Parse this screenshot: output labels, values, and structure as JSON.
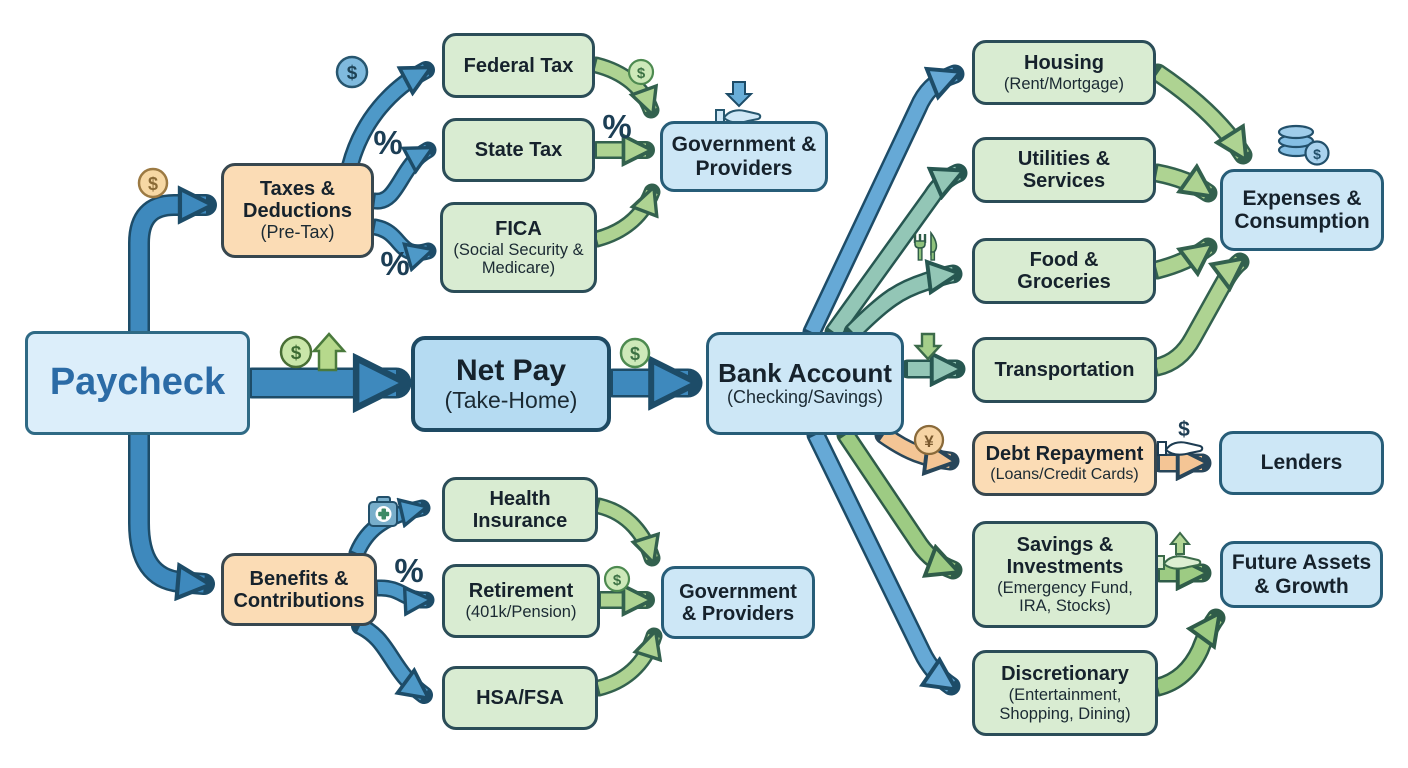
{
  "diagram": {
    "nodes": {
      "paycheck": {
        "title": "Paycheck"
      },
      "taxes": {
        "title": "Taxes & Deductions",
        "sub": "(Pre-Tax)"
      },
      "federal_tax": {
        "title": "Federal Tax"
      },
      "state_tax": {
        "title": "State Tax"
      },
      "fica": {
        "title": "FICA",
        "sub": "(Social Security & Medicare)"
      },
      "gov_top": {
        "title": "Government & Providers"
      },
      "net_pay": {
        "title": "Net Pay",
        "sub": "(Take-Home)"
      },
      "bank": {
        "title": "Bank Account",
        "sub": "(Checking/Savings)"
      },
      "benefits": {
        "title": "Benefits & Contributions"
      },
      "health": {
        "title": "Health Insurance"
      },
      "retirement": {
        "title": "Retirement",
        "sub": "(401k/Pension)"
      },
      "hsa": {
        "title": "HSA/FSA"
      },
      "gov_bottom": {
        "title": "Government & Providers"
      },
      "housing": {
        "title": "Housing",
        "sub": "(Rent/Mortgage)"
      },
      "utilities": {
        "title": "Utilities & Services"
      },
      "food": {
        "title": "Food & Groceries"
      },
      "transportation": {
        "title": "Transportation"
      },
      "debt": {
        "title": "Debt Repayment",
        "sub": "(Loans/Credit Cards)"
      },
      "savings": {
        "title": "Savings & Investments",
        "sub": "(Emergency Fund, IRA, Stocks)"
      },
      "discretionary": {
        "title": "Discretionary",
        "sub": "(Entertainment, Shopping, Dining)"
      },
      "expenses": {
        "title": "Expenses & Consumption"
      },
      "lenders": {
        "title": "Lenders"
      },
      "future": {
        "title": "Future Assets & Growth"
      }
    },
    "icons": {
      "dollar": "$",
      "percent": "%",
      "yen": "¥"
    },
    "colors": {
      "blue_box": "#cde7f6",
      "green_box": "#d9ecd2",
      "orange_box": "#fbdcb5",
      "net_pay_box": "#b5dbf2",
      "blue_arrow": "#4e99c8",
      "teal_arrow": "#93c6b6",
      "green_arrow": "#aed392",
      "orange_arrow": "#f4c595"
    },
    "edges": [
      {
        "from": "Paycheck",
        "to": "Taxes & Deductions"
      },
      {
        "from": "Paycheck",
        "to": "Net Pay"
      },
      {
        "from": "Paycheck",
        "to": "Benefits & Contributions"
      },
      {
        "from": "Taxes & Deductions",
        "to": "Federal Tax"
      },
      {
        "from": "Taxes & Deductions",
        "to": "State Tax"
      },
      {
        "from": "Taxes & Deductions",
        "to": "FICA"
      },
      {
        "from": "Federal Tax",
        "to": "Government & Providers"
      },
      {
        "from": "State Tax",
        "to": "Government & Providers"
      },
      {
        "from": "FICA",
        "to": "Government & Providers"
      },
      {
        "from": "Net Pay",
        "to": "Bank Account"
      },
      {
        "from": "Benefits & Contributions",
        "to": "Health Insurance"
      },
      {
        "from": "Benefits & Contributions",
        "to": "Retirement"
      },
      {
        "from": "Benefits & Contributions",
        "to": "HSA/FSA"
      },
      {
        "from": "Health Insurance",
        "to": "Government & Providers"
      },
      {
        "from": "Retirement",
        "to": "Government & Providers"
      },
      {
        "from": "HSA/FSA",
        "to": "Government & Providers"
      },
      {
        "from": "Bank Account",
        "to": "Housing"
      },
      {
        "from": "Bank Account",
        "to": "Utilities & Services"
      },
      {
        "from": "Bank Account",
        "to": "Food & Groceries"
      },
      {
        "from": "Bank Account",
        "to": "Transportation"
      },
      {
        "from": "Bank Account",
        "to": "Debt Repayment"
      },
      {
        "from": "Bank Account",
        "to": "Savings & Investments"
      },
      {
        "from": "Bank Account",
        "to": "Discretionary"
      },
      {
        "from": "Housing",
        "to": "Expenses & Consumption"
      },
      {
        "from": "Utilities & Services",
        "to": "Expenses & Consumption"
      },
      {
        "from": "Food & Groceries",
        "to": "Expenses & Consumption"
      },
      {
        "from": "Transportation",
        "to": "Expenses & Consumption"
      },
      {
        "from": "Debt Repayment",
        "to": "Lenders"
      },
      {
        "from": "Savings & Investments",
        "to": "Future Assets & Growth"
      },
      {
        "from": "Discretionary",
        "to": "Future Assets & Growth"
      }
    ]
  }
}
